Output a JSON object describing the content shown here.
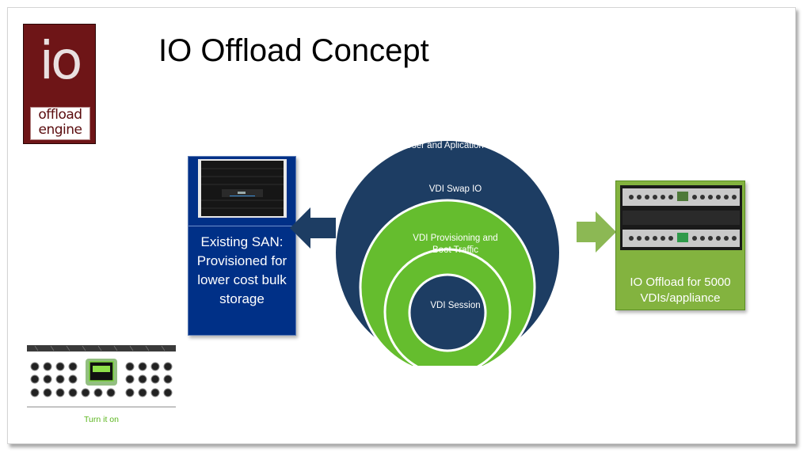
{
  "slide": {
    "title": "IO Offload Concept",
    "logo": {
      "big_text": "io",
      "line1": "offload",
      "line2": "engine"
    },
    "san": {
      "label": "Existing SAN: Provisioned for lower cost bulk storage"
    },
    "offload": {
      "label": "IO Offload for 5000 VDIs/appliance"
    },
    "rings": [
      "User and Aplication Data",
      "VDI Swap IO",
      "VDI Provisioning and Boot Traffic",
      "VDI Session"
    ],
    "device_caption": "Turn it on"
  },
  "colors": {
    "dark_navy": "#1d3d63",
    "green": "#65bd2e",
    "san_blue": "#003087",
    "offload_green": "#83b33f",
    "logo_red": "#6e1517"
  }
}
